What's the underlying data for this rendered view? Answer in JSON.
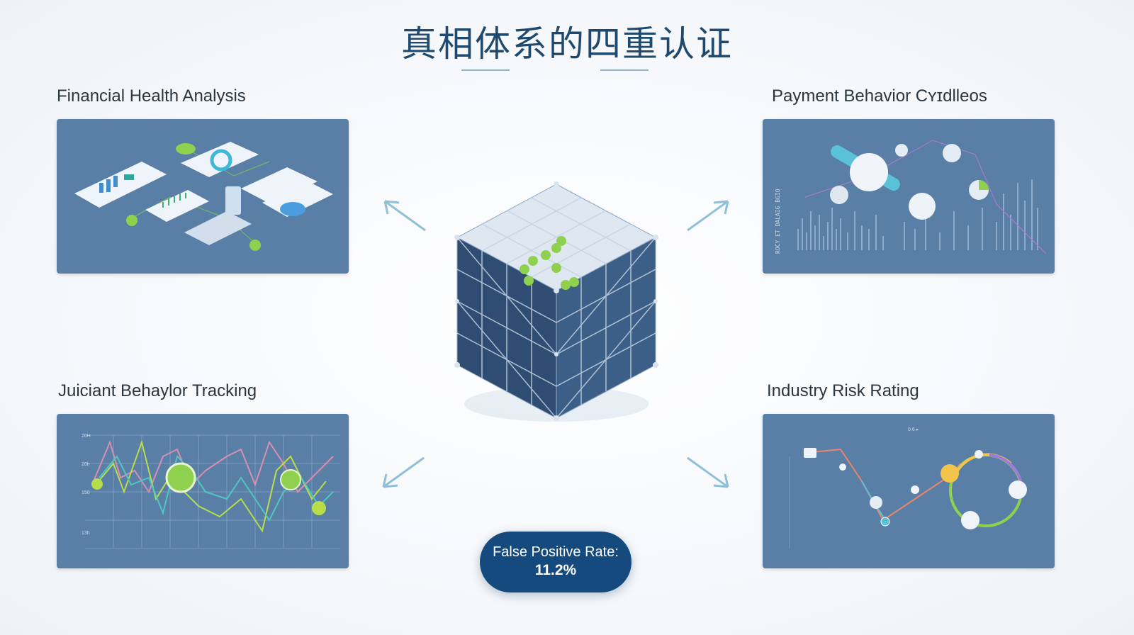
{
  "title": "真相体系的四重认证",
  "panels": [
    {
      "label": "Financial Health Analysis",
      "icon": "financial-dashboard-illustration"
    },
    {
      "label": "Payment Behavior Cʏɪdlleos",
      "icon": "payment-chart-illustration"
    },
    {
      "label": "Juiciant Behaylor Tracking",
      "icon": "line-chart-illustration"
    },
    {
      "label": "Industry Risk Rating",
      "icon": "risk-curve-illustration"
    }
  ],
  "center": {
    "icon": "network-cube-illustration"
  },
  "badge": {
    "label": "False Positive Rate:",
    "value": "11.2%"
  },
  "colors": {
    "title": "#1f4a6e",
    "panel": "#5a7fa6",
    "badge": "#154a7e",
    "accent": "#8fd14f"
  }
}
